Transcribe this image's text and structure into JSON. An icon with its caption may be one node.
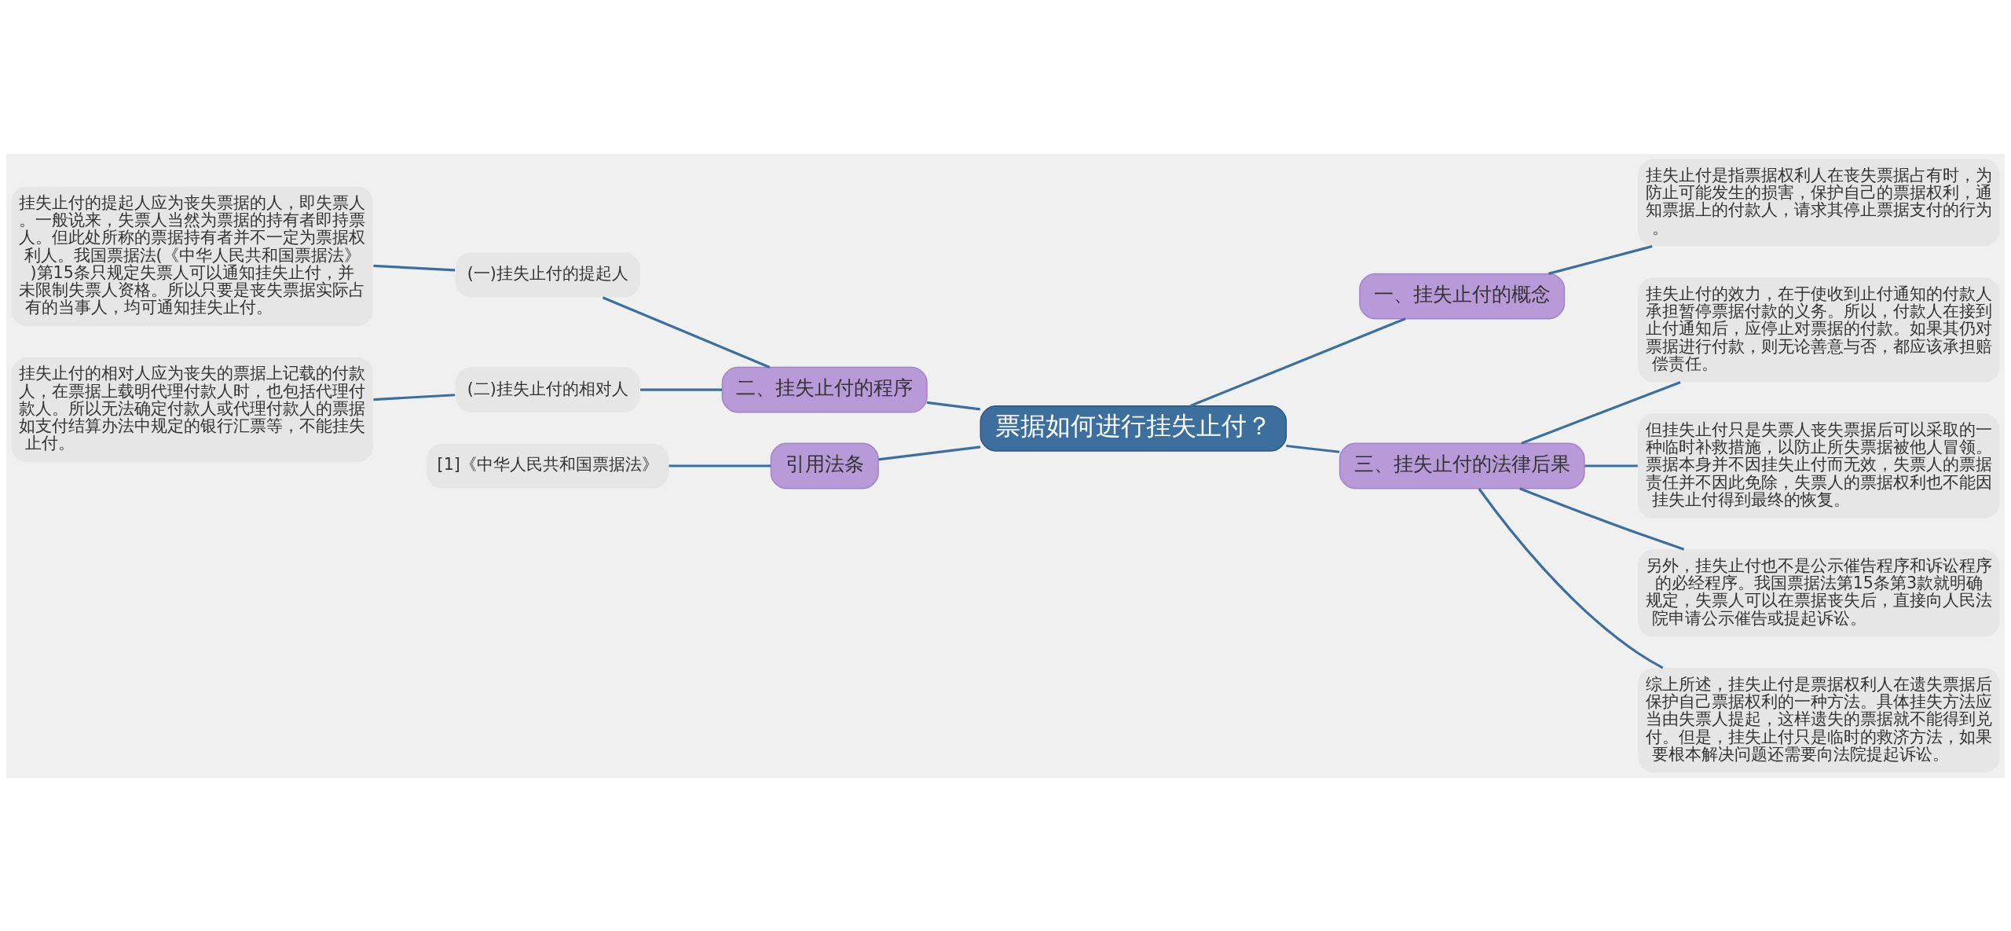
{
  "diagram": {
    "nodes": [
      {
        "text": [
          "票据如何进行挂失止付？"
        ]
      },
      {
        "text": [
          "一、挂失止付的概念"
        ]
      },
      {
        "text": [
          "挂失止付是指票据权利人在丧失票据占有时，为防止可能发生的损害，保护自己的票据权利，通知票据上的付款人，请求其停止票据支付的行为。"
        ]
      },
      {
        "text": [
          "二、挂失止付的程序"
        ]
      },
      {
        "text": [
          "(一)挂失止付的提起人"
        ]
      },
      {
        "text": [
          "挂失止付的提起人应为丧失票据的人，即失票人。一般说来，失票人当然为票据的持有者即持票人。但此处所称的票据持有者并不一定为票据权利人。我国票据法(《中华人民共和国票据法》)第15条只规定失票人可以通知挂失止付，并未限制失票人资格。所以只要是丧失票据实际占有的当事人，均可通知挂失止付。"
        ]
      },
      {
        "text": [
          "(二)挂失止付的相对人"
        ]
      },
      {
        "text": [
          "挂失止付的相对人应为丧失的票据上记载的付款人，在票据上载明代理付款人时，也包括代理付款人。所以无法确定付款人或代理付款人的票据如支付结算办法中规定的银行汇票等，不能挂失止付。"
        ]
      },
      {
        "text": [
          "引用法条"
        ]
      },
      {
        "text": [
          "[1]《中华人民共和国票据法》"
        ]
      },
      {
        "text": [
          "三、挂失止付的法律后果"
        ]
      },
      {
        "text": [
          "挂失止付的效力，在于使收到止付通知的付款人承担暂停票据付款的义务。所以，付款人在接到止付通知后，应停止对票据的付款。如果其仍对票据进行付款，则无论善意与否，都应该承担赔偿责任。"
        ]
      },
      {
        "text": [
          "但挂失止付只是失票人丧失票据后可以采取的一种临时补救措施，以防止所失票据被他人冒领。票据本身并不因挂失止付而无效，失票人的票据责任并不因此免除，失票人的票据权利也不能因挂失止付得到最终的恢复。"
        ]
      },
      {
        "text": [
          "另外，挂失止付也不是公示催告程序和诉讼程序的必经程序。我国票据法第15条第3款就明确规定，失票人可以在票据丧失后，直接向人民法院申请公示催告或提起诉讼。"
        ]
      },
      {
        "text": [
          "综上所述，挂失止付是票据权利人在遗失票据后保护自己票据权利的一种方法。具体挂失方法应当由失票人提起，这样遗失的票据就不能得到兑付。但是，挂失止付只是临时的救济方法，如果要根本解决问题还需要向法院提起诉讼。"
        ]
      }
    ],
    "edges": [
      {
        "from": 0,
        "to": 1,
        "arrow": "none"
      },
      {
        "from": 1,
        "to": 2,
        "arrow": "none"
      },
      {
        "from": 0,
        "to": 3,
        "arrow": "none"
      },
      {
        "from": 3,
        "to": 4,
        "arrow": "none"
      },
      {
        "from": 4,
        "to": 5,
        "arrow": "none"
      },
      {
        "from": 3,
        "to": 6,
        "arrow": "none"
      },
      {
        "from": 6,
        "to": 7,
        "arrow": "none"
      },
      {
        "from": 0,
        "to": 8,
        "arrow": "none"
      },
      {
        "from": 8,
        "to": 9,
        "arrow": "none"
      },
      {
        "from": 0,
        "to": 10,
        "arrow": "none"
      },
      {
        "from": 10,
        "to": 11,
        "arrow": "none"
      },
      {
        "from": 10,
        "to": 12,
        "arrow": "none"
      },
      {
        "from": 10,
        "to": 13,
        "arrow": "none"
      },
      {
        "from": 10,
        "to": 14,
        "arrow": "none"
      }
    ]
  }
}
